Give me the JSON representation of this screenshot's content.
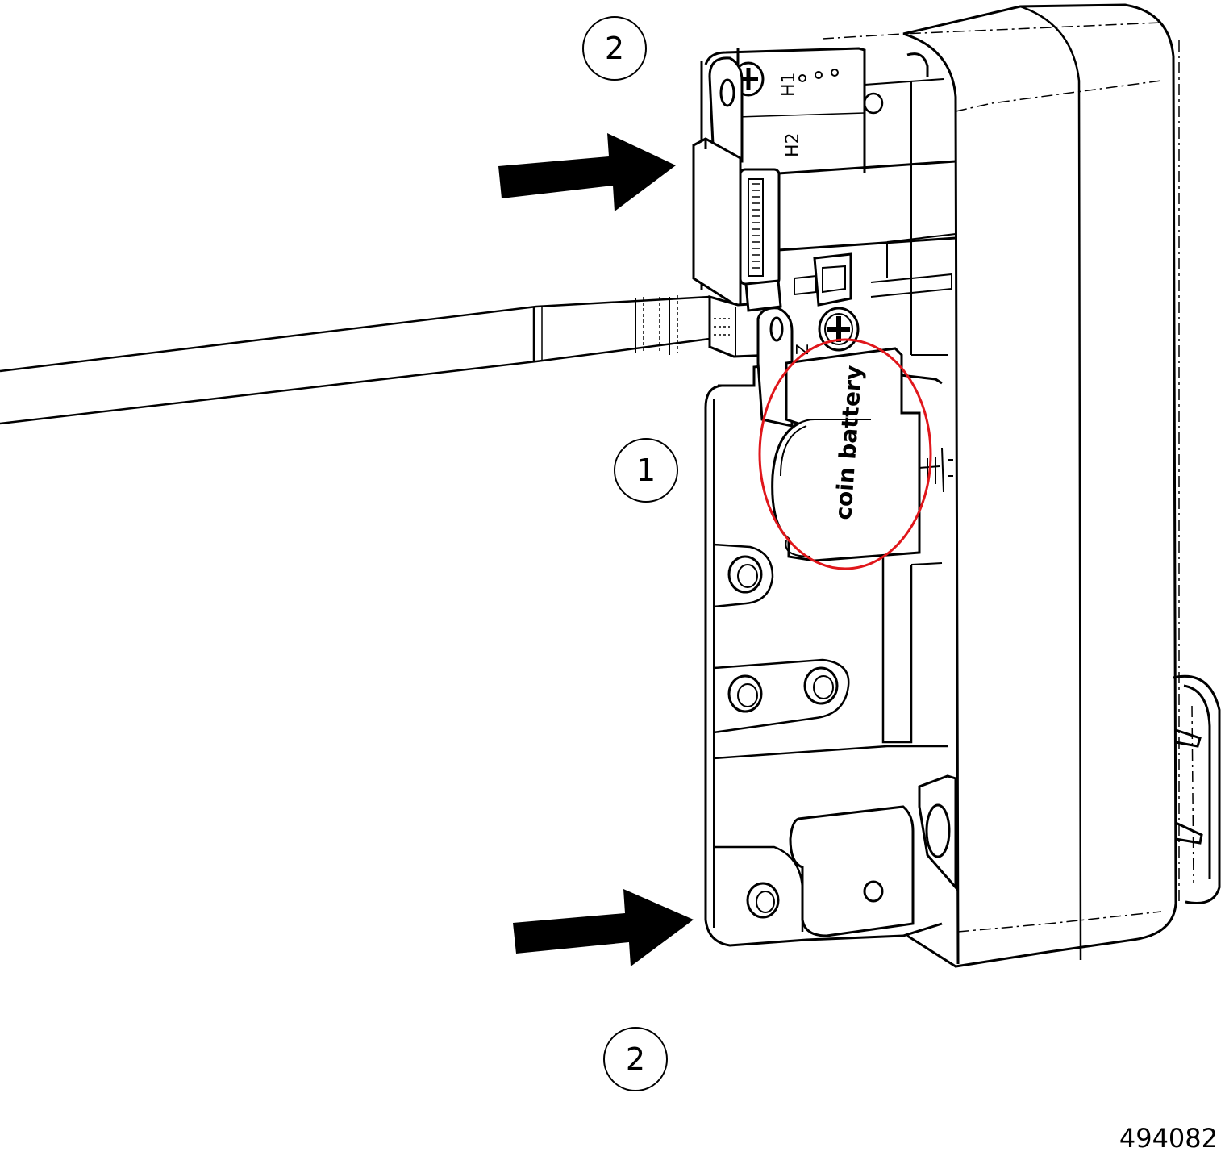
{
  "callouts": {
    "top": "2",
    "middle": "1",
    "bottom": "2"
  },
  "labels": {
    "battery": "coin battery",
    "board_marks": [
      "H1",
      "H2",
      "Z"
    ]
  },
  "figure_number": "494082",
  "colors": {
    "line": "#000000",
    "highlight": "#e0161b",
    "background": "#ffffff"
  },
  "icons": [
    "right-arrow-icon",
    "screw-head-icon"
  ]
}
